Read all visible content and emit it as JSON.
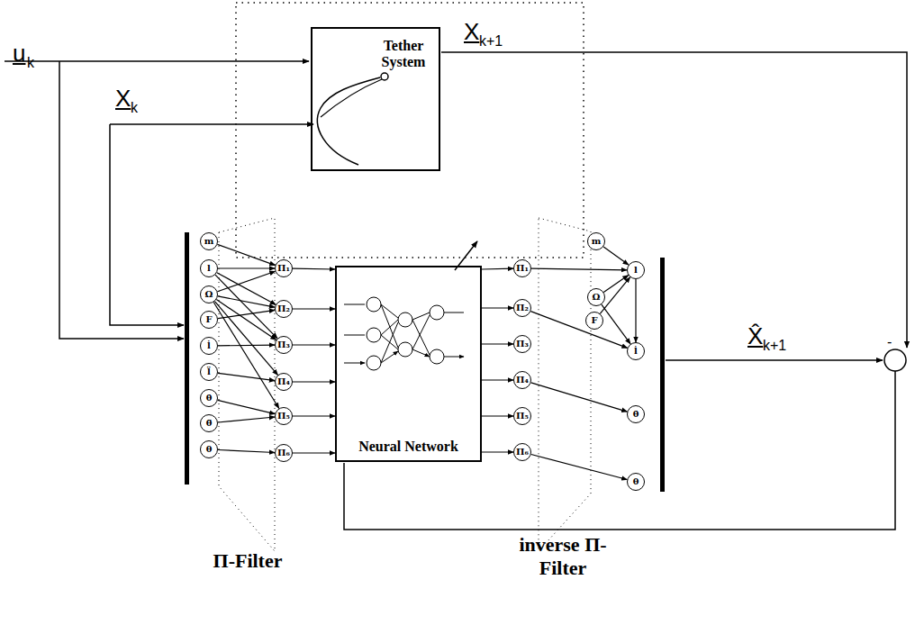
{
  "diagram": {
    "nodes": [
      {
        "text": [
          "Tether System"
        ]
      },
      {
        "text": [
          "Neural Network"
        ]
      },
      {
        "text": [
          "m"
        ]
      },
      {
        "text": [
          "l"
        ]
      },
      {
        "text": [
          "Ω"
        ]
      },
      {
        "text": [
          "F"
        ]
      },
      {
        "text": [
          "l̇"
        ]
      },
      {
        "text": [
          "l̈"
        ]
      },
      {
        "text": [
          "θ̇"
        ]
      },
      {
        "text": [
          "θ̈"
        ]
      },
      {
        "text": [
          "θ"
        ]
      },
      {
        "text": [
          "Π₁"
        ]
      },
      {
        "text": [
          "Π₂"
        ]
      },
      {
        "text": [
          "Π₃"
        ]
      },
      {
        "text": [
          "Π₄"
        ]
      },
      {
        "text": [
          "Π₅"
        ]
      },
      {
        "text": [
          "Π₆"
        ]
      },
      {
        "text": [
          "Π₁"
        ]
      },
      {
        "text": [
          "Π₂"
        ]
      },
      {
        "text": [
          "Π₃"
        ]
      },
      {
        "text": [
          "Π₄"
        ]
      },
      {
        "text": [
          "Π₅"
        ]
      },
      {
        "text": [
          "Π₆"
        ]
      },
      {
        "text": [
          "m"
        ]
      },
      {
        "text": [
          "Ω"
        ]
      },
      {
        "text": [
          "F"
        ]
      },
      {
        "text": [
          "l"
        ]
      },
      {
        "text": [
          "l̇"
        ]
      },
      {
        "text": [
          "θ̇"
        ]
      },
      {
        "text": [
          "θ"
        ]
      }
    ],
    "edges": [
      {
        "from": 2,
        "to": 11,
        "arrow": "to"
      },
      {
        "from": 3,
        "to": 11,
        "arrow": "to"
      },
      {
        "from": 3,
        "to": 12,
        "arrow": "to"
      },
      {
        "from": 3,
        "to": 13,
        "arrow": "to"
      },
      {
        "from": 4,
        "to": 11,
        "arrow": "to"
      },
      {
        "from": 4,
        "to": 12,
        "arrow": "to"
      },
      {
        "from": 4,
        "to": 13,
        "arrow": "to"
      },
      {
        "from": 4,
        "to": 14,
        "arrow": "to"
      },
      {
        "from": 4,
        "to": 15,
        "arrow": "to"
      },
      {
        "from": 5,
        "to": 12,
        "arrow": "to"
      },
      {
        "from": 6,
        "to": 13,
        "arrow": "to"
      },
      {
        "from": 7,
        "to": 14,
        "arrow": "to"
      },
      {
        "from": 8,
        "to": 15,
        "arrow": "to"
      },
      {
        "from": 9,
        "to": 15,
        "arrow": "to"
      },
      {
        "from": 10,
        "to": 16,
        "arrow": "to"
      },
      {
        "from": 11,
        "to": 1,
        "arrow": "to"
      },
      {
        "from": 12,
        "to": 1,
        "arrow": "to"
      },
      {
        "from": 13,
        "to": 1,
        "arrow": "to"
      },
      {
        "from": 14,
        "to": 1,
        "arrow": "to"
      },
      {
        "from": 15,
        "to": 1,
        "arrow": "to"
      },
      {
        "from": 16,
        "to": 1,
        "arrow": "to"
      },
      {
        "from": 1,
        "to": 17,
        "arrow": "to"
      },
      {
        "from": 1,
        "to": 18,
        "arrow": "to"
      },
      {
        "from": 1,
        "to": 19,
        "arrow": "to"
      },
      {
        "from": 1,
        "to": 20,
        "arrow": "to"
      },
      {
        "from": 1,
        "to": 21,
        "arrow": "to"
      },
      {
        "from": 1,
        "to": 22,
        "arrow": "to"
      },
      {
        "from": 17,
        "to": 26,
        "arrow": "to"
      },
      {
        "from": 18,
        "to": 27,
        "arrow": "to"
      },
      {
        "from": 20,
        "to": 28,
        "arrow": "to"
      },
      {
        "from": 22,
        "to": 29,
        "arrow": "to"
      },
      {
        "from": 23,
        "to": 26,
        "arrow": "to"
      },
      {
        "from": 24,
        "to": 26,
        "arrow": "to"
      },
      {
        "from": 25,
        "to": 26,
        "arrow": "to"
      },
      {
        "from": 24,
        "to": 27,
        "arrow": "to"
      },
      {
        "from": 26,
        "to": 27,
        "arrow": "to"
      }
    ],
    "labels": [
      "u",
      "k",
      "X",
      "k+1",
      "X",
      "k",
      "X̂",
      "k+1",
      "-",
      "Π-Filter",
      "inverse Π-Filter"
    ]
  }
}
